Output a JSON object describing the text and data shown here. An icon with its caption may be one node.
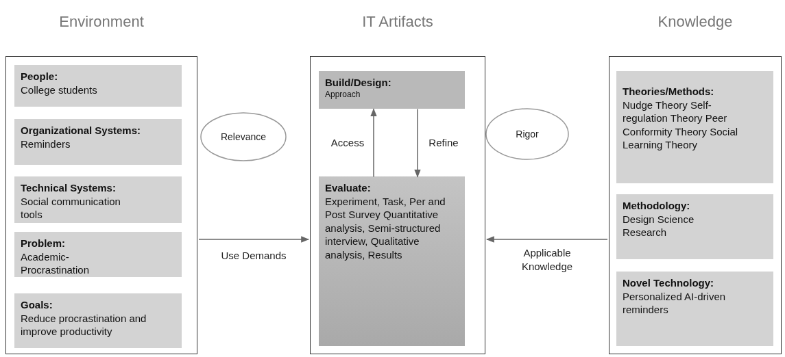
{
  "diagram": {
    "nodes": [
      {
        "text": [
          "Environment"
        ]
      },
      {
        "text": [
          "People:",
          "College students"
        ],
        "in": 0
      },
      {
        "text": [
          "Organizational Systems:",
          "Reminders"
        ],
        "in": 0
      },
      {
        "text": [
          "Technical Systems:",
          "Social communication tools"
        ],
        "in": 0
      },
      {
        "text": [
          "Problem:",
          "Academic- Procrastination"
        ],
        "in": 0
      },
      {
        "text": [
          "Goals:",
          "Reduce procrastination and improve productivity"
        ],
        "in": 0
      },
      {
        "text": [
          "Relevance"
        ]
      },
      {
        "text": [
          "IT Artifacts"
        ]
      },
      {
        "text": [
          "Build/Design:",
          "Approach"
        ],
        "in": 7
      },
      {
        "text": [
          "Evaluate:",
          "Experiment, Task, Per and Post Survey Quantitative analysis, Semi-structured interview, Qualitative analysis, Results"
        ],
        "in": 7
      },
      {
        "text": [
          "Rigor"
        ]
      },
      {
        "text": [
          "Knowledge"
        ]
      },
      {
        "text": [
          "Theories/Methods:",
          "Nudge Theory Self-regulation Theory Peer Conformity Theory Social Learning Theory"
        ],
        "in": 11
      },
      {
        "text": [
          "Methodology:",
          "Design Science Research"
        ],
        "in": 11
      },
      {
        "text": [
          "Novel Technology:",
          "Personalized AI-driven reminders"
        ],
        "in": 11
      }
    ],
    "edges": [
      {
        "from": 0,
        "to": 7,
        "arrow": "to",
        "label": "Use Demands"
      },
      {
        "from": 11,
        "to": 7,
        "arrow": "to",
        "label": "Applicable Knowledge"
      },
      {
        "from": 9,
        "to": 8,
        "arrow": "to",
        "label": "Access"
      },
      {
        "from": 8,
        "to": 9,
        "arrow": "to",
        "label": "Refine"
      }
    ]
  }
}
